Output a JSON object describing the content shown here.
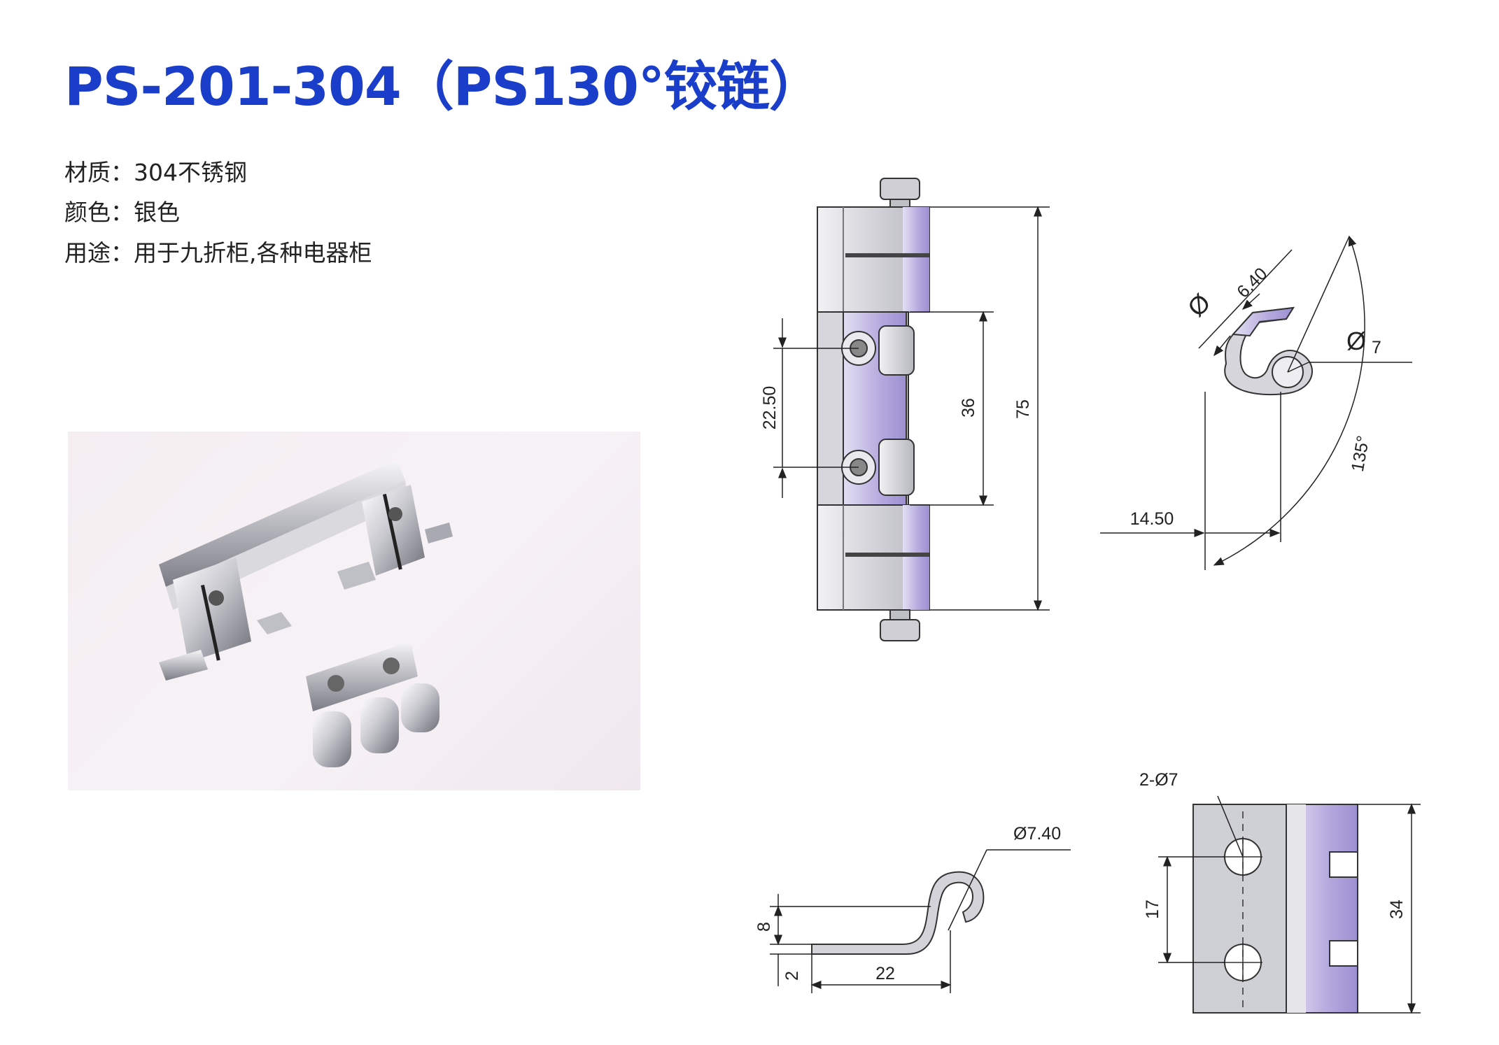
{
  "title": "PS-201-304（PS130°铰链）",
  "specs": {
    "material": "材质：304不锈钢",
    "color": "颜色：银色",
    "usage": "用途：用于九折柜,各种电器柜"
  },
  "colors": {
    "title": "#1a3ec9",
    "accent_lavender": "#b4a9de",
    "metal_light": "#e8e8ec",
    "metal_mid": "#c8c8cf"
  },
  "dims": {
    "front_pitch": "22.50",
    "front_inner": "36",
    "front_total": "75",
    "side_thickness": "6.40",
    "side_thickness_dia": "Ø",
    "side_hole": "7",
    "side_hole_dia": "Ø",
    "side_angle": "135°",
    "side_offset": "14.50",
    "leaf_pin": "Ø7.40",
    "leaf_height": "8",
    "leaf_thick": "2",
    "leaf_length": "22",
    "plate_holes": "2-Ø7",
    "plate_pitch": "17",
    "plate_height": "34"
  }
}
